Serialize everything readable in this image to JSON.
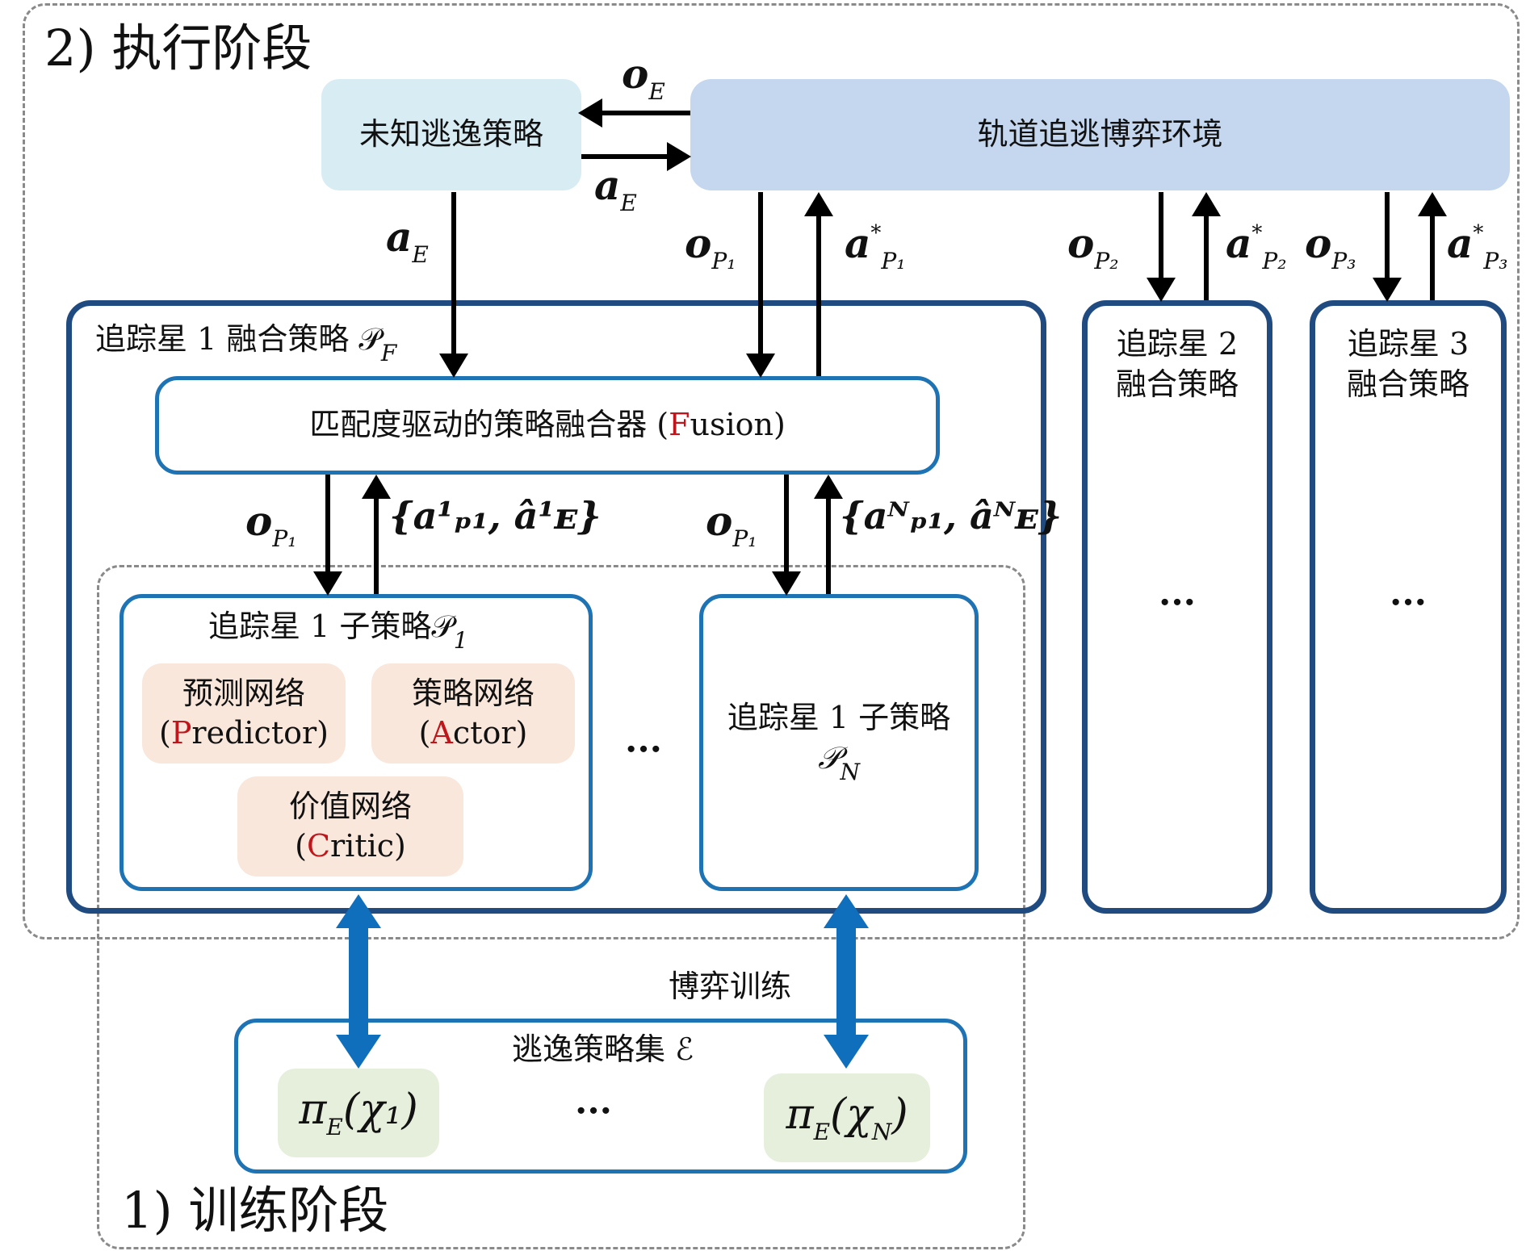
{
  "stages": {
    "execution": "2) 执行阶段",
    "training": "1) 训练阶段"
  },
  "top": {
    "unknown_evasion": "未知逃逸策略",
    "environment": "轨道追逃博弈环境",
    "o_E": "o",
    "o_E_sub": "E",
    "a_E": "a",
    "a_E_sub": "E"
  },
  "arrows": {
    "a_E_down": {
      "main": "a",
      "sub": "E"
    },
    "o_P1": {
      "main": "o",
      "sub": "P₁"
    },
    "a_P1_star": {
      "main": "a",
      "sup": "*",
      "sub": "P₁"
    },
    "o_P2": {
      "main": "o",
      "sub": "P₂"
    },
    "a_P2_star": {
      "main": "a",
      "sup": "*",
      "sub": "P₂"
    },
    "o_P3": {
      "main": "o",
      "sub": "P₃"
    },
    "a_P3_star": {
      "main": "a",
      "sup": "*",
      "sub": "P₃"
    },
    "o_P1_left": {
      "main": "o",
      "sub": "P₁"
    },
    "set_1": "{a¹ₚ₁, â¹ᴇ}",
    "o_P1_right": {
      "main": "o",
      "sub": "P₁"
    },
    "set_N": "{aᴺₚ₁, âᴺᴇ}"
  },
  "pursuer1": {
    "title": "追踪星 1 融合策略 𝒫",
    "title_sub": "F",
    "fusion_label": "匹配度驱动的策略融合器 (",
    "fusion_accent": "F",
    "fusion_rest": "usion)",
    "sub1_title": "追踪星 1 子策略𝒫",
    "sub1_title_sub": "1",
    "predictor_cn": "预测网络",
    "predictor_open": "(",
    "predictor_accent": "P",
    "predictor_rest": "redictor)",
    "actor_cn": "策略网络",
    "actor_open": "(",
    "actor_accent": "A",
    "actor_rest": "ctor)",
    "critic_cn": "价值网络",
    "critic_open": "(",
    "critic_accent": "C",
    "critic_rest": "ritic)",
    "ellipsis": "···",
    "subN_title": "追踪星 1 子策略",
    "subN_math": "𝒫",
    "subN_sub": "N"
  },
  "pursuer2": {
    "line1": "追踪星 2",
    "line2": "融合策略",
    "ellipsis": "···"
  },
  "pursuer3": {
    "line1": "追踪星 3",
    "line2": "融合策略",
    "ellipsis": "···"
  },
  "training": {
    "game_training": "博弈训练",
    "set_title": "逃逸策略集 ℰ",
    "pi1": "π",
    "pi1_sub": "E",
    "pi1_arg": "(χ₁)",
    "ellipsis": "···",
    "piN": "π",
    "piN_sub": "E",
    "piN_arg": "(χ",
    "piN_arg_sub": "N",
    "piN_close": ")"
  },
  "colors": {
    "accent_red": "#c0161b",
    "dark_blue": "#1f4b80",
    "mid_blue": "#1e73b5",
    "arrow_blue": "#0f6fbd",
    "env_fill": "#c5d7ee",
    "unknown_fill": "#d8ecf3",
    "net_fill": "#f9e7dc",
    "pi_fill": "#e6efdc"
  }
}
